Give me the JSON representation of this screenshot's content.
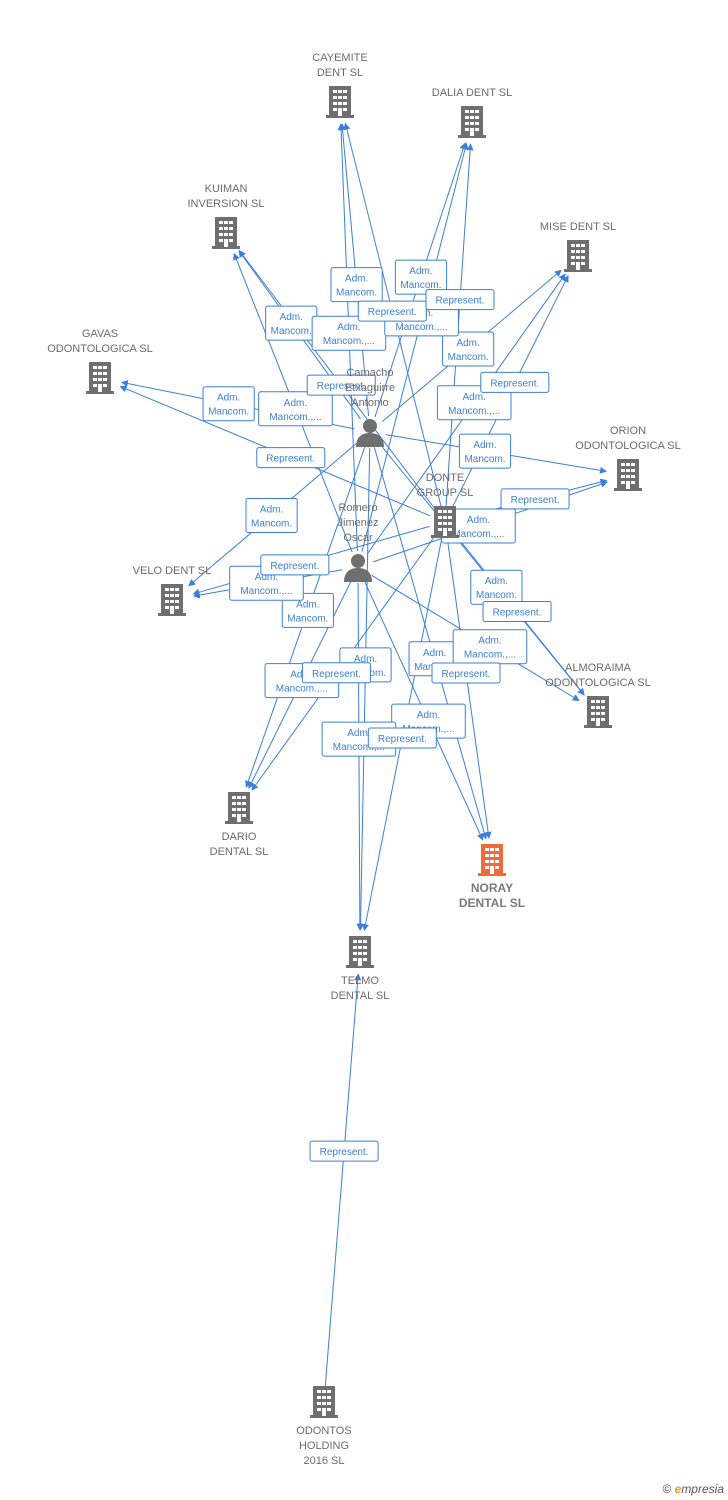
{
  "nodes": [
    {
      "id": "cayemite",
      "type": "company",
      "label": [
        "CAYEMITE",
        "DENT SL"
      ]
    },
    {
      "id": "dalia",
      "type": "company",
      "label": [
        "DALIA DENT SL"
      ]
    },
    {
      "id": "kuiman",
      "type": "company",
      "label": [
        "KUIMAN",
        "INVERSION SL"
      ]
    },
    {
      "id": "mise",
      "type": "company",
      "label": [
        "MISE DENT SL"
      ]
    },
    {
      "id": "gavas",
      "type": "company",
      "label": [
        "GAVAS",
        "ODONTOLOGICA SL"
      ]
    },
    {
      "id": "orion",
      "type": "company",
      "label": [
        "ORION",
        "ODONTOLOGICA SL"
      ]
    },
    {
      "id": "velo",
      "type": "company",
      "label": [
        "VELO DENT SL"
      ]
    },
    {
      "id": "donte",
      "type": "company",
      "label": [
        "DONTE",
        "GROUP  SL"
      ]
    },
    {
      "id": "almoraima",
      "type": "company",
      "label": [
        "ALMORAIMA",
        "ODONTOLOGICA SL"
      ]
    },
    {
      "id": "dario",
      "type": "company",
      "label": [
        "DARIO",
        "DENTAL SL"
      ]
    },
    {
      "id": "noray",
      "type": "company",
      "focus": true,
      "label": [
        "NORAY",
        "DENTAL  SL"
      ]
    },
    {
      "id": "telmo",
      "type": "company",
      "label": [
        "TELMO",
        "DENTAL SL"
      ]
    },
    {
      "id": "odontos",
      "type": "company",
      "label": [
        "ODONTOS",
        "HOLDING",
        "2016  SL"
      ]
    },
    {
      "id": "camacho",
      "type": "person",
      "label": [
        "Camacho",
        "Etxaguirre",
        "Antonio"
      ]
    },
    {
      "id": "romero",
      "type": "person",
      "label": [
        "Romero",
        "Jimenez",
        "Oscar"
      ]
    }
  ],
  "edges": [
    {
      "from": "camacho",
      "to": "cayemite",
      "label": [
        "Adm.",
        "Mancom."
      ]
    },
    {
      "from": "camacho",
      "to": "dalia",
      "label": [
        "Adm.",
        "Mancom."
      ]
    },
    {
      "from": "camacho",
      "to": "kuiman",
      "label": [
        "Adm.",
        "Mancom."
      ]
    },
    {
      "from": "camacho",
      "to": "mise",
      "label": [
        "Adm.",
        "Mancom."
      ]
    },
    {
      "from": "camacho",
      "to": "gavas",
      "label": [
        "Adm.",
        "Mancom."
      ]
    },
    {
      "from": "camacho",
      "to": "orion",
      "label": [
        "Adm.",
        "Mancom."
      ]
    },
    {
      "from": "camacho",
      "to": "velo",
      "label": [
        "Adm.",
        "Mancom."
      ]
    },
    {
      "from": "camacho",
      "to": "almoraima",
      "label": [
        "Adm.",
        "Mancom."
      ]
    },
    {
      "from": "camacho",
      "to": "dario",
      "label": [
        "Adm.",
        "Mancom."
      ]
    },
    {
      "from": "camacho",
      "to": "noray",
      "label": [
        "Adm.",
        "Mancom."
      ]
    },
    {
      "from": "camacho",
      "to": "telmo",
      "label": [
        "Adm.",
        "Mancom."
      ]
    },
    {
      "from": "romero",
      "to": "cayemite",
      "label": [
        "Adm.",
        "Mancom.,..."
      ]
    },
    {
      "from": "romero",
      "to": "dalia",
      "label": [
        "Adm.",
        "Mancom.,..."
      ]
    },
    {
      "from": "romero",
      "to": "kuiman",
      "label": [
        "Adm.",
        "Mancom.,..."
      ]
    },
    {
      "from": "romero",
      "to": "mise",
      "label": [
        "Adm.",
        "Mancom.,..."
      ]
    },
    {
      "from": "romero",
      "to": "orion",
      "label": [
        "Adm.",
        "Mancom.,..."
      ]
    },
    {
      "from": "romero",
      "to": "velo",
      "label": [
        "Adm.",
        "Mancom.,..."
      ]
    },
    {
      "from": "romero",
      "to": "almoraima",
      "label": [
        "Adm.",
        "Mancom.,..."
      ]
    },
    {
      "from": "romero",
      "to": "dario",
      "label": [
        "Adm.",
        "Mancom.,..."
      ]
    },
    {
      "from": "romero",
      "to": "noray",
      "label": [
        "Adm.",
        "Mancom.,..."
      ]
    },
    {
      "from": "romero",
      "to": "telmo",
      "label": [
        "Adm.",
        "Mancom.,..."
      ]
    },
    {
      "from": "donte",
      "to": "cayemite",
      "label": [
        "Represent."
      ]
    },
    {
      "from": "donte",
      "to": "dalia",
      "label": [
        "Represent."
      ]
    },
    {
      "from": "donte",
      "to": "kuiman",
      "label": [
        "Represent."
      ]
    },
    {
      "from": "donte",
      "to": "mise",
      "label": [
        "Represent."
      ]
    },
    {
      "from": "donte",
      "to": "gavas",
      "label": [
        "Represent."
      ]
    },
    {
      "from": "donte",
      "to": "orion",
      "label": [
        "Represent."
      ]
    },
    {
      "from": "donte",
      "to": "velo",
      "label": [
        "Represent."
      ]
    },
    {
      "from": "donte",
      "to": "almoraima",
      "label": [
        "Represent."
      ]
    },
    {
      "from": "donte",
      "to": "dario",
      "label": [
        "Represent."
      ]
    },
    {
      "from": "donte",
      "to": "noray",
      "label": [
        "Represent."
      ]
    },
    {
      "from": "donte",
      "to": "telmo",
      "label": [
        "Represent."
      ]
    },
    {
      "from": "odontos",
      "to": "telmo",
      "label": [
        "Represent."
      ]
    }
  ],
  "footer": {
    "copyright": "©",
    "brand_e": "e",
    "brand_rest": "mpresia"
  },
  "colors": {
    "edge": "#3b7fd9",
    "company": "#6f6f6f",
    "focus": "#f26a3a",
    "person": "#6f6f6f"
  }
}
